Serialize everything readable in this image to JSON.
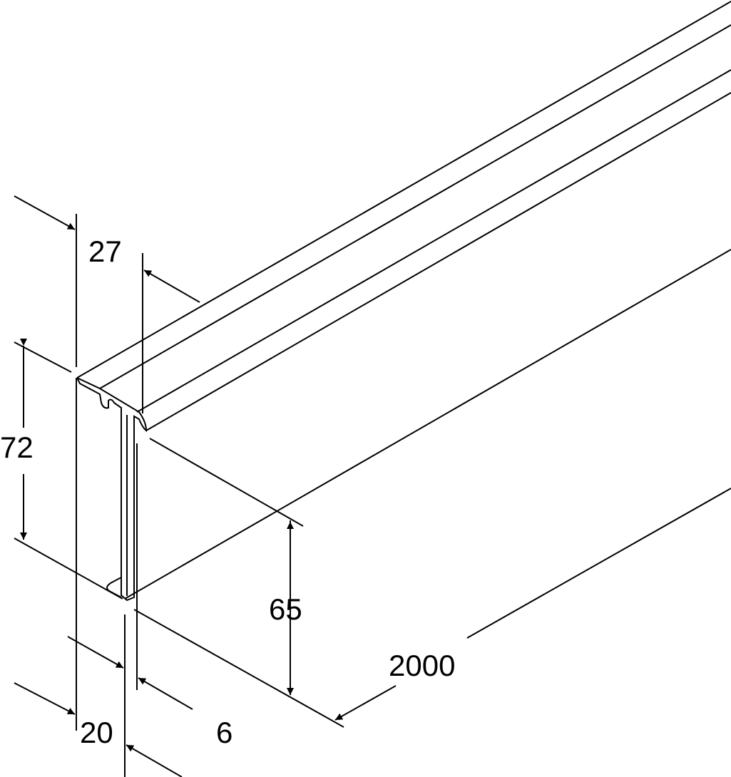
{
  "dimensions": {
    "top_width": "27",
    "total_height": "72",
    "side_height": "65",
    "length": "2000",
    "base_width": "20",
    "wall_offset": "6"
  },
  "colors": {
    "line": "#000000",
    "background": "#ffffff"
  }
}
